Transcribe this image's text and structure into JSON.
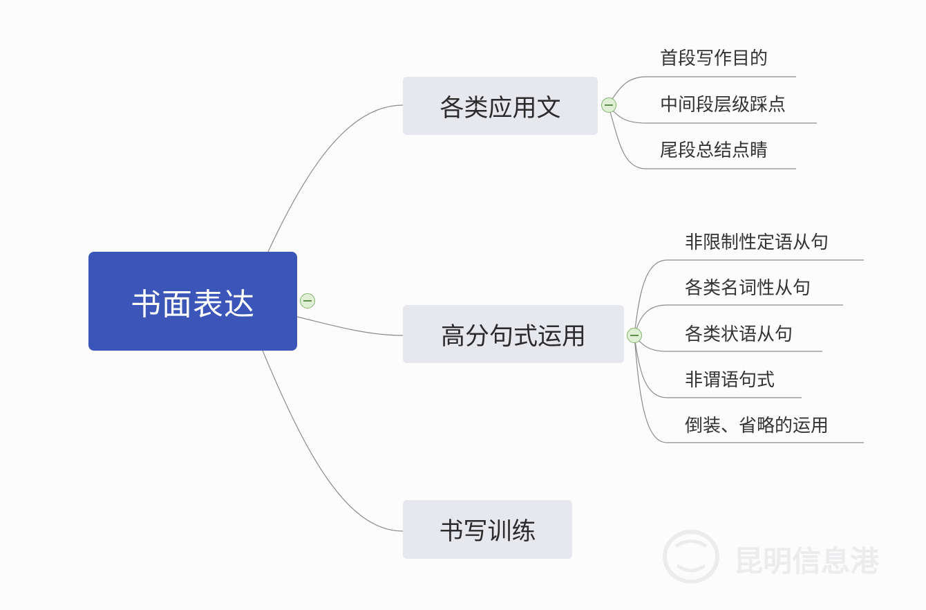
{
  "root": {
    "label": "书面表达"
  },
  "branches": [
    {
      "label": "各类应用文",
      "leaves": [
        "首段写作目的",
        "中间段层级踩点",
        "尾段总结点睛"
      ]
    },
    {
      "label": "高分句式运用",
      "leaves": [
        "非限制性定语从句",
        "各类名词性从句",
        "各类状语从句",
        "非谓语句式",
        "倒装、省略的运用"
      ]
    },
    {
      "label": "书写训练",
      "leaves": []
    }
  ],
  "watermark": {
    "text": "昆明信息港"
  },
  "colors": {
    "root_fill": "#3b56b8",
    "branch_fill": "#e7e8ee",
    "connector": "#8a8a8a",
    "collapse_fill": "#dff0d4"
  }
}
